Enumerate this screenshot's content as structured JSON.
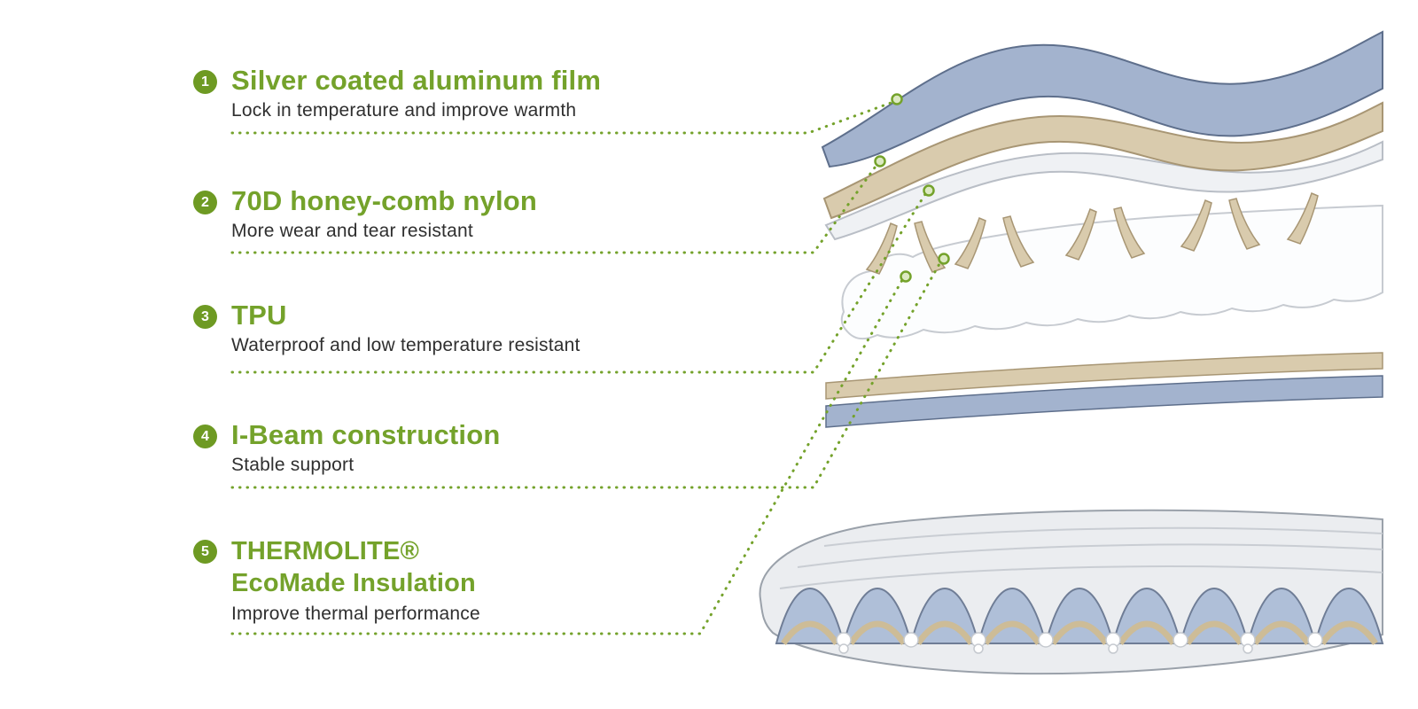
{
  "colors": {
    "accent": "#74A22B",
    "badge": "#6E9A23",
    "text": "#2F2F2F",
    "layer_blue": "#A3B3CE",
    "layer_tan": "#D9CBAD",
    "layer_white": "#EFF1F4"
  },
  "items": [
    {
      "number": "1",
      "title": "Silver coated aluminum film",
      "desc": "Lock in temperature and improve warmth"
    },
    {
      "number": "2",
      "title": "70D honey-comb nylon",
      "desc": "More wear and tear resistant"
    },
    {
      "number": "3",
      "title": "TPU",
      "desc": "Waterproof and low temperature resistant"
    },
    {
      "number": "4",
      "title": "I-Beam construction",
      "desc": "Stable support"
    },
    {
      "number": "5",
      "title": "THERMOLITE®",
      "title2": "EcoMade Insulation",
      "desc": "Improve thermal performance"
    }
  ]
}
